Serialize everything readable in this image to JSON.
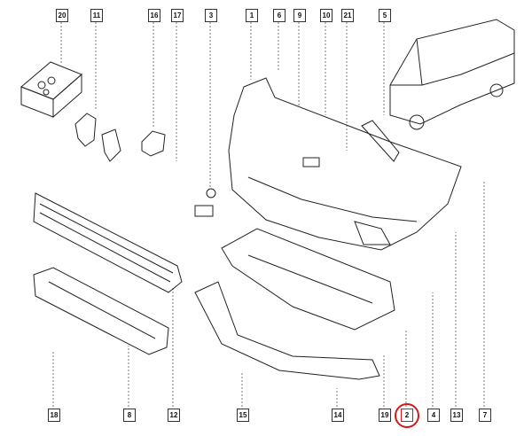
{
  "callouts_top": [
    "20",
    "11",
    "16",
    "17",
    "3",
    "1",
    "6",
    "9",
    "10",
    "21",
    "5"
  ],
  "callouts_bottom": [
    "18",
    "8",
    "12",
    "15",
    "14",
    "19",
    "2",
    "4",
    "13",
    "7"
  ],
  "highlighted": "2",
  "colors": {
    "line": "#222222",
    "highlight": "#d21a1a"
  }
}
